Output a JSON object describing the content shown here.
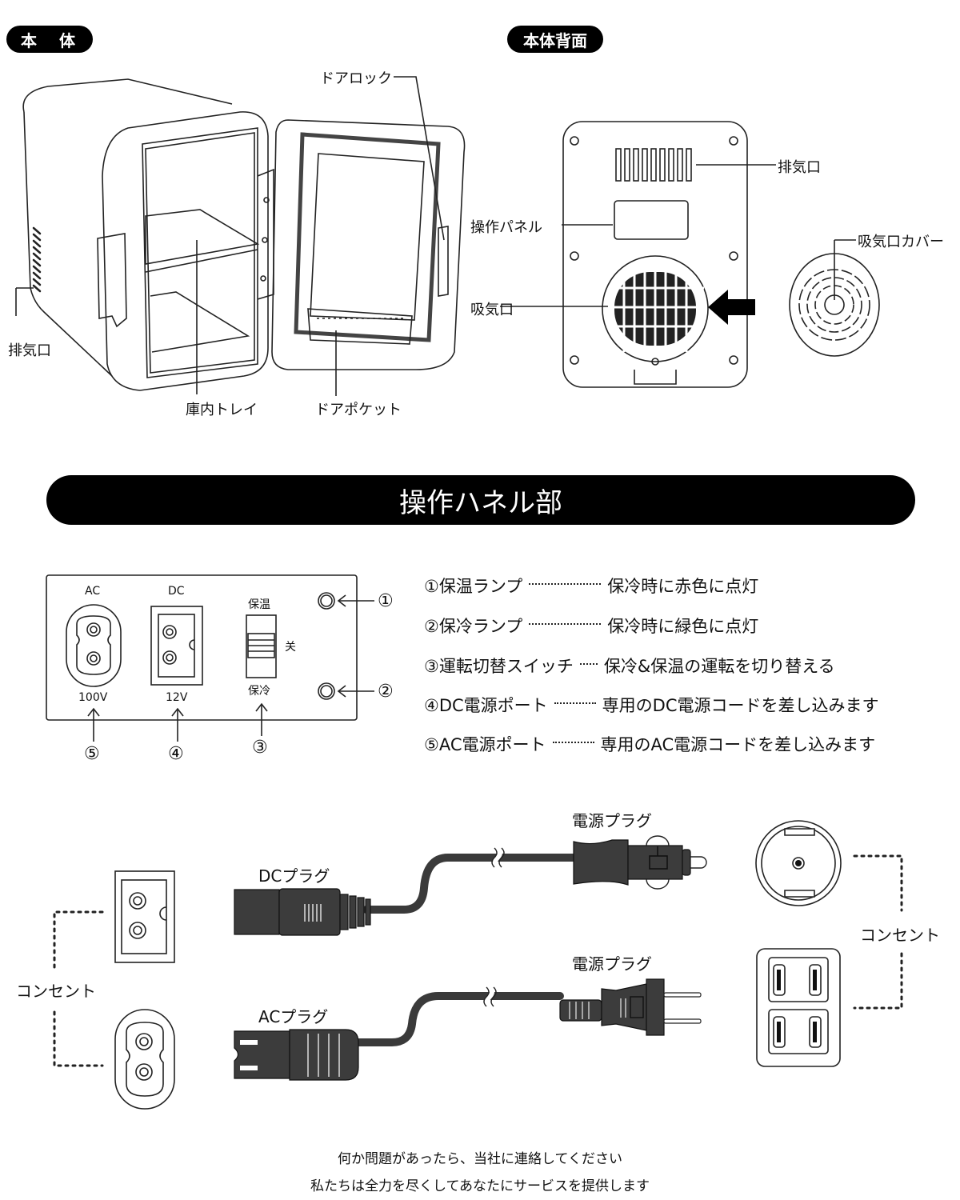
{
  "sections": {
    "main_body": {
      "title": "本　体"
    },
    "back_body": {
      "title": "本体背面"
    },
    "panel": {
      "title": "操作ハネル部"
    }
  },
  "main_body_labels": {
    "door_lock": "ドアロック",
    "exhaust": "排気口",
    "tray": "庫内トレイ",
    "door_pocket": "ドアポケット"
  },
  "back_labels": {
    "exhaust": "排気口",
    "control_panel": "操作パネル",
    "intake_cover": "吸気口カバー",
    "intake": "吸気口"
  },
  "panel_labels": {
    "ac": "AC",
    "dc": "DC",
    "ac_voltage": "100V",
    "dc_voltage": "12V",
    "switch_top": "保温",
    "switch_mid": "关",
    "switch_bottom": "保冷",
    "num1": "①",
    "num2": "②",
    "num3": "③",
    "num4": "④",
    "num5": "⑤"
  },
  "descriptions": [
    {
      "name": "①保温ランプ",
      "text": "保冷時に赤色に点灯"
    },
    {
      "name": "②保冷ランプ",
      "text": "保冷時に緑色に点灯"
    },
    {
      "name": "③運転切替スイッチ",
      "text": "保冷&保温の運転を切り替える"
    },
    {
      "name": "④DC電源ポート",
      "text": "専用のDC電源コードを差し込みます"
    },
    {
      "name": "⑤AC電源ポート",
      "text": "専用のAC電源コードを差し込みます"
    }
  ],
  "cords": {
    "dc_plug": "DCプラグ",
    "ac_plug": "ACプラグ",
    "power_plug_top": "電源プラグ",
    "power_plug_bottom": "電源プラグ",
    "outlet_left": "コンセント",
    "outlet_right": "コンセント"
  },
  "footer": {
    "line1": "何か問題があったら、当社に連絡してください",
    "line2": "私たちは全力を尽くしてあなたにサービスを提供します"
  },
  "colors": {
    "pill_bg": "#000000",
    "plug_fill": "#3c3c3c",
    "line": "#222222"
  }
}
